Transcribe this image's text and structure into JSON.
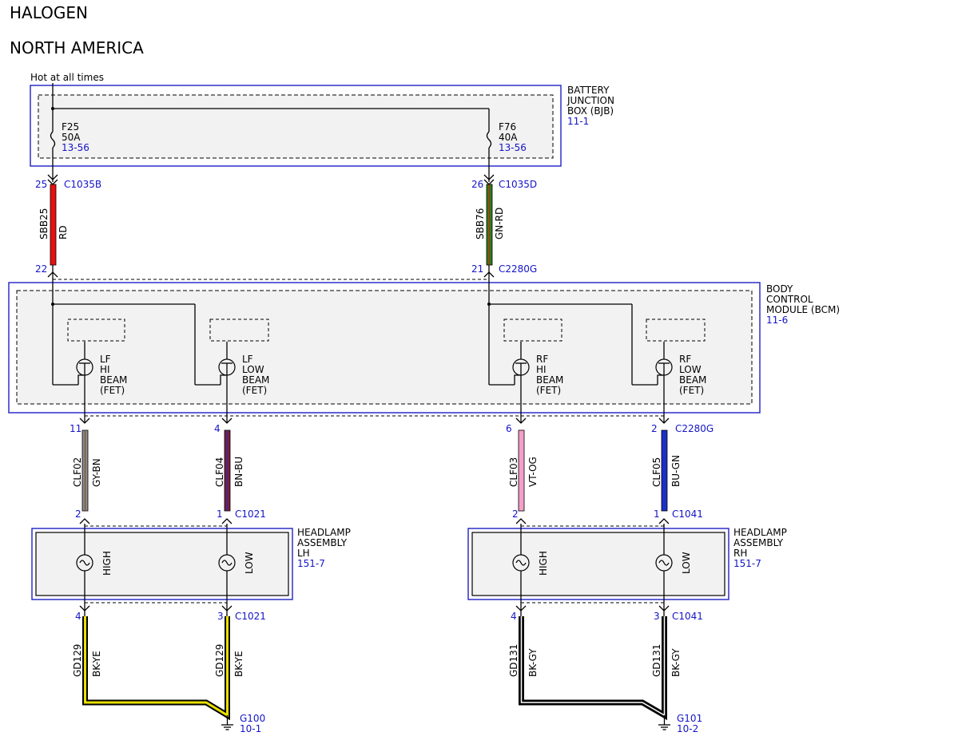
{
  "header": {
    "title_line1": "HALOGEN",
    "title_line2": "NORTH AMERICA"
  },
  "supply": {
    "label": "Hot at all times"
  },
  "bjb": {
    "name": [
      "BATTERY",
      "JUNCTION",
      "BOX (BJB)"
    ],
    "ref": "11-1",
    "fuse_left": {
      "id": "F25",
      "rating": "50A",
      "ref": "13-56"
    },
    "fuse_right": {
      "id": "F76",
      "rating": "40A",
      "ref": "13-56"
    }
  },
  "feeds": {
    "left": {
      "pin_top": "25",
      "conn_top": "C1035B",
      "circuit": "SBB25",
      "color": "RD",
      "pin_bottom": "22"
    },
    "right": {
      "pin_top": "26",
      "conn_top": "C1035D",
      "circuit": "SBB76",
      "color": "GN-RD",
      "pin_bottom": "21",
      "conn_bottom": "C2280G"
    }
  },
  "bcm": {
    "name": [
      "BODY",
      "CONTROL",
      "MODULE (BCM)"
    ],
    "ref": "11-6",
    "fets": [
      {
        "lines": [
          "LF",
          "HI",
          "BEAM",
          "(FET)"
        ]
      },
      {
        "lines": [
          "LF",
          "LOW",
          "BEAM",
          "(FET)"
        ]
      },
      {
        "lines": [
          "RF",
          "HI",
          "BEAM",
          "(FET)"
        ]
      },
      {
        "lines": [
          "RF",
          "LOW",
          "BEAM",
          "(FET)"
        ]
      }
    ]
  },
  "outputs": [
    {
      "pin_top": "11",
      "circuit": "CLF02",
      "color": "GY-BN",
      "pin_bottom": "2"
    },
    {
      "pin_top": "4",
      "circuit": "CLF04",
      "color": "BN-BU",
      "pin_bottom": "1",
      "conn_bottom": "C1021"
    },
    {
      "pin_top": "6",
      "circuit": "CLF03",
      "color": "VT-OG",
      "pin_bottom": "2"
    },
    {
      "pin_top": "2",
      "conn_top": "C2280G",
      "circuit": "CLF05",
      "color": "BU-GN",
      "pin_bottom": "1",
      "conn_bottom": "C1041"
    }
  ],
  "lamps": {
    "lh": {
      "name": [
        "HEADLAMP",
        "ASSEMBLY",
        "LH"
      ],
      "ref": "151-7",
      "high": "HIGH",
      "low": "LOW"
    },
    "rh": {
      "name": [
        "HEADLAMP",
        "ASSEMBLY",
        "RH"
      ],
      "ref": "151-7",
      "high": "HIGH",
      "low": "LOW"
    }
  },
  "grounds": [
    {
      "pin": "4",
      "circuit": "GD129",
      "color": "BK-YE"
    },
    {
      "pin": "3",
      "conn": "C1021",
      "circuit": "GD129",
      "color": "BK-YE"
    },
    {
      "pin": "4",
      "circuit": "GD131",
      "color": "BK-GY"
    },
    {
      "pin": "3",
      "conn": "C1041",
      "circuit": "GD131",
      "color": "BK-GY"
    }
  ],
  "ground_points": {
    "g100": {
      "id": "G100",
      "ref": "10-1"
    },
    "g101": {
      "id": "G101",
      "ref": "10-2"
    }
  },
  "wire_colors": {
    "RD": "#e81010",
    "GN-RD": "#2e7d1e",
    "GY-BN": "#8a8a8a",
    "BN-BU": "#7a1f3a",
    "VT-OG": "#f2a0c8",
    "BU-GN": "#1a2fc8",
    "BK-YE": "#e8e000",
    "BK-GY": "#000000"
  }
}
